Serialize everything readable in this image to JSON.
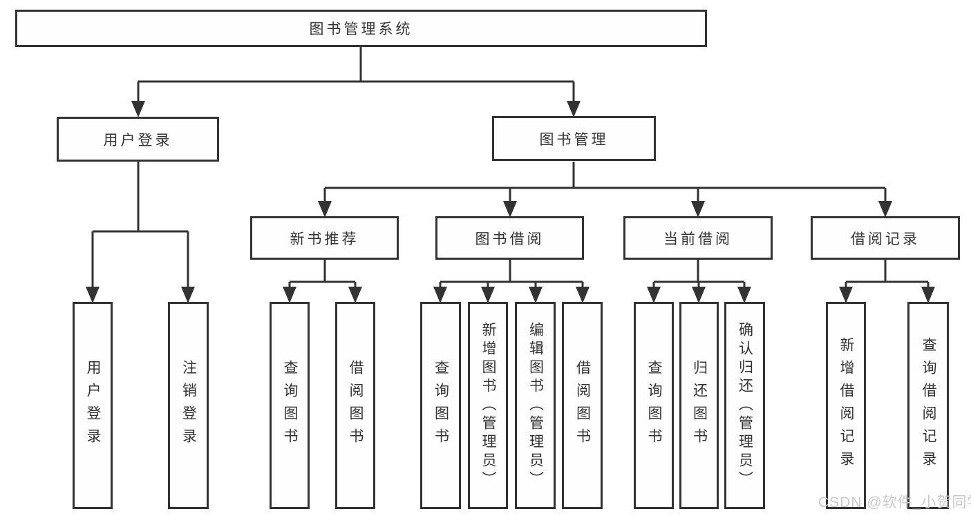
{
  "diagram": {
    "title": "图书管理系统",
    "level2": {
      "user_login": "用户登录",
      "book_management": "图书管理"
    },
    "level3": {
      "new_book_recommendation": "新书推荐",
      "book_borrowing": "图书借阅",
      "current_borrowing": "当前借阅",
      "borrowing_records": "借阅记录"
    },
    "leaves": {
      "user_login": "用户登录",
      "logout": "注销登录",
      "nb_query_book": "查询图书",
      "nb_borrow_book": "借阅图书",
      "bb_query_book": "查询图书",
      "bb_add_book_admin": "新增图书（管理员）",
      "bb_edit_book_admin": "编辑图书（管理员）",
      "bb_borrow_book": "借阅图书",
      "cb_query_book": "查询图书",
      "cb_return_book": "归还图书",
      "cb_confirm_return_admin": "确认归还（管理员）",
      "br_add_record": "新增借阅记录",
      "br_query_record": "查询借阅记录"
    },
    "watermark": "CSDN @软件_小贺同学",
    "colors": {
      "line": "#333333",
      "text": "#333333",
      "watermark": "#c9c9c9",
      "background": "#ffffff"
    }
  }
}
